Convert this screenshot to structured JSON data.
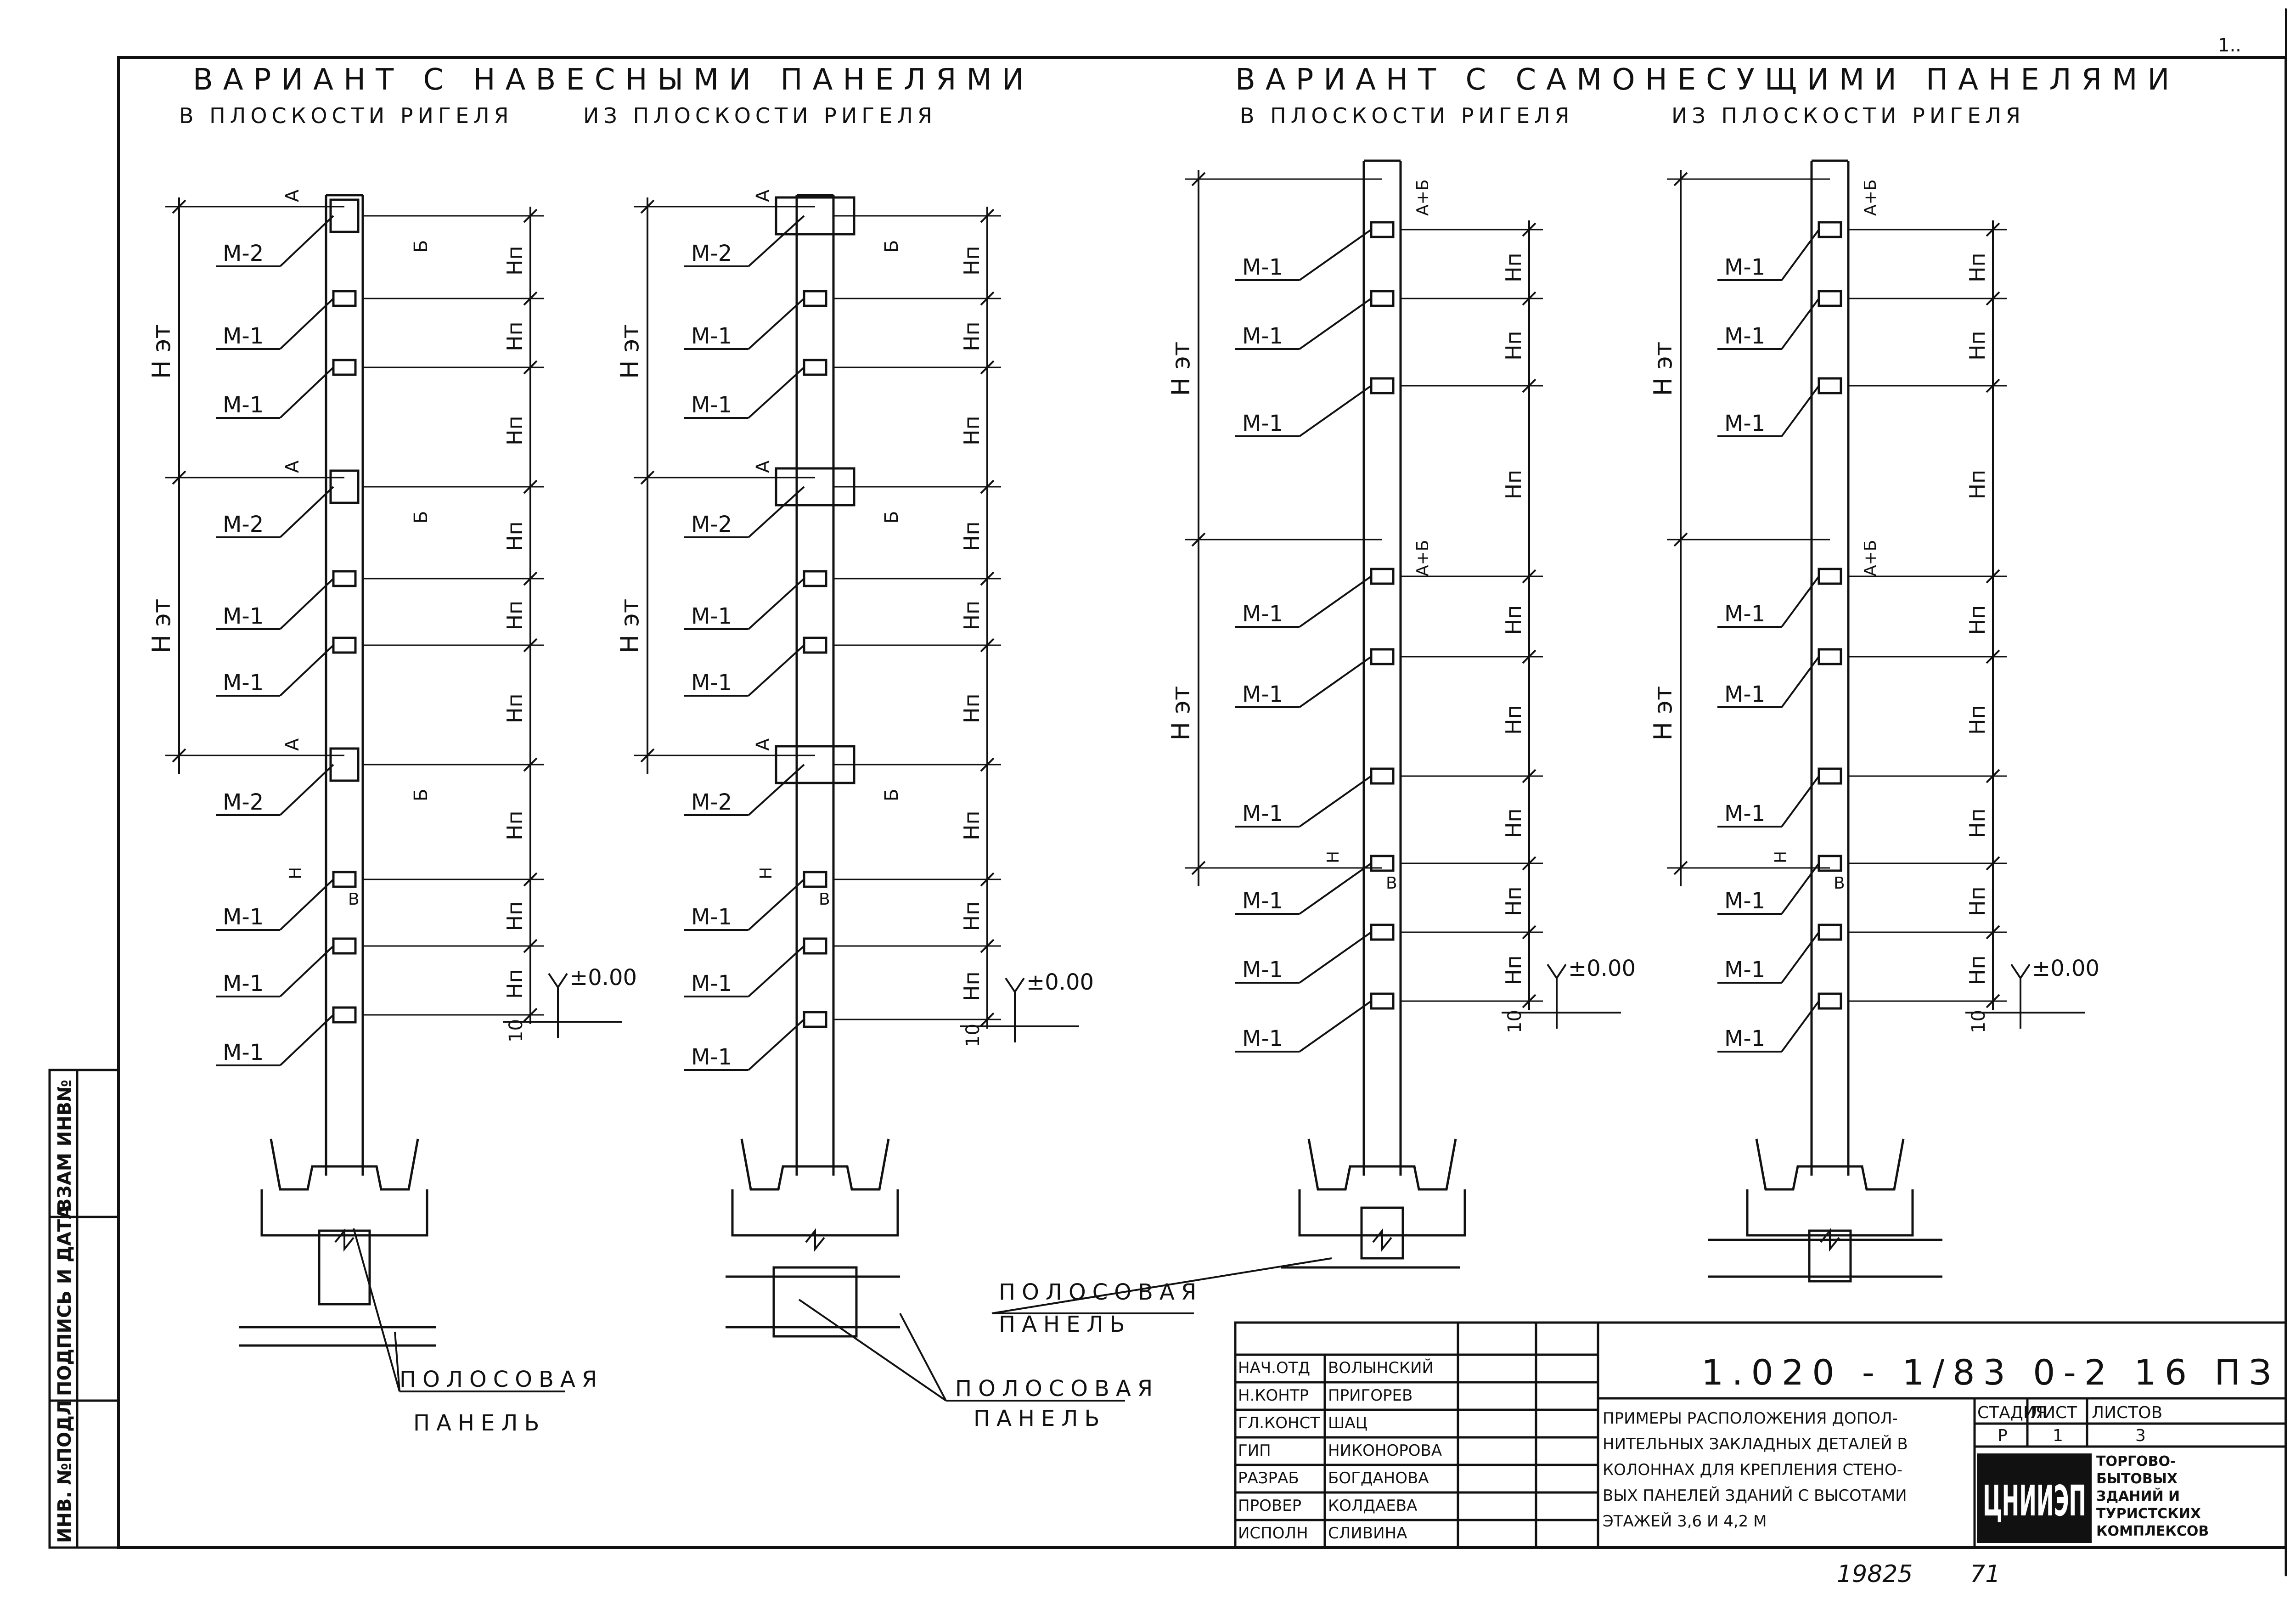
{
  "headers": {
    "left_title": "ВАРИАНТ С НАВЕСНЫМИ ПАНЕЛЯМИ",
    "right_title": "ВАРИАНТ С САМОНЕСУЩИМИ ПАНЕЛЯМИ",
    "sub_in_plane": "В ПЛОСКОСТИ РИГЕЛЯ",
    "sub_out_plane": "ИЗ ПЛОСКОСТИ РИГЕЛЯ"
  },
  "labels": {
    "m1": "М-1",
    "m2": "М-2",
    "het": "Н эт",
    "hn": "Нп",
    "a": "А",
    "b": "Б",
    "ab": "А+Б",
    "h": "Н",
    "v": "В",
    "ten": "10",
    "zero": "±0.00"
  },
  "panel_label": {
    "line1": "ПОЛОСОВАЯ",
    "line2": "ПАНЕЛЬ"
  },
  "left_stamp": [
    "ИНВ. №ПОДЛ",
    "ПОДПИСЬ И ДАТА",
    "ВЗАМ ИНВ№"
  ],
  "title_block": {
    "code": "1.020 - 1/83 0-2 16 ПЗ",
    "people": [
      {
        "role": "НАЧ.ОТД",
        "name": "ВОЛЫНСКИЙ"
      },
      {
        "role": "Н.КОНТР",
        "name": "ПРИГОРЕВ"
      },
      {
        "role": "ГЛ.КОНСТ",
        "name": "ШАЦ"
      },
      {
        "role": "ГИП",
        "name": "НИКОНОРОВА"
      },
      {
        "role": "РАЗРАБ",
        "name": "БОГДАНОВА"
      },
      {
        "role": "ПРОВЕР",
        "name": "КОЛДАЕВА"
      },
      {
        "role": "ИСПОЛН",
        "name": "СЛИВИНА"
      }
    ],
    "description": [
      "ПРИМЕРЫ РАСПОЛОЖЕНИЯ ДОПОЛ-",
      "НИТЕЛЬНЫХ ЗАКЛАДНЫХ ДЕТАЛЕЙ В",
      "КОЛОННАХ ДЛЯ КРЕПЛЕНИЯ СТЕНО-",
      "ВЫХ ПАНЕЛЕЙ ЗДАНИЙ С ВЫСОТАМИ",
      "ЭТАЖЕЙ 3,6 И 4,2 М"
    ],
    "stage_header": "СТАДИЯ",
    "sheet_header": "ЛИСТ",
    "sheets_header": "ЛИСТОВ",
    "stage": "Р",
    "sheet": "1",
    "sheets": "3",
    "org": "ЦНИИЭП",
    "org_sub": [
      "ТОРГОВО-",
      "БЫТОВЫХ",
      "ЗДАНИЙ И",
      "ТУРИСТСКИХ",
      "КОМПЛЕКСОВ"
    ]
  },
  "bottom_numbers": {
    "inventory": "19825",
    "page": "71"
  },
  "corner_mark": "1..",
  "colors": {
    "ink": "#111111",
    "paper": "#ffffff"
  }
}
